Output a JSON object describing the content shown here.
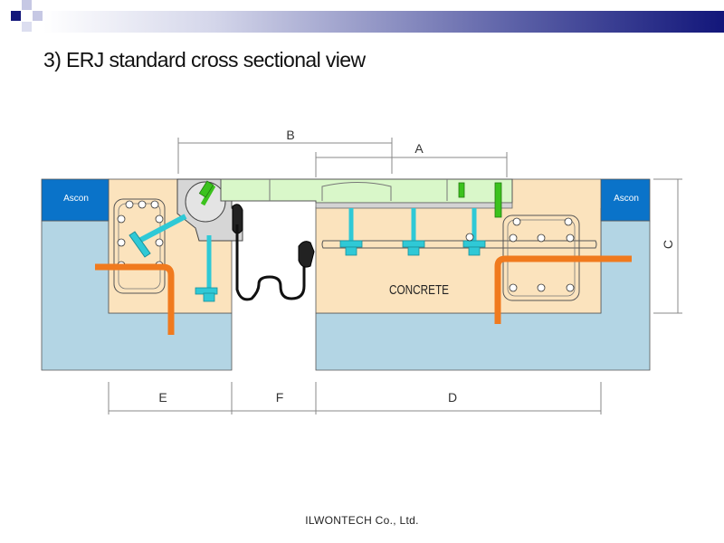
{
  "slide": {
    "title": "3) ERJ standard cross sectional view",
    "footer": "ILWONTECH  Co., Ltd."
  },
  "theme": {
    "header_dark": "#12167a",
    "header_mid": "#5a5fa6",
    "ascon_blue": "#0a73c9",
    "subgrade_blue": "#b3d5e4",
    "concrete_tan": "#fbe3bd",
    "anchor_cyan": "#2fc9d6",
    "rebar_orange": "#f07a1e",
    "plate_green": "#d9f7c9",
    "bolt_green": "#3bc21d"
  },
  "diagram": {
    "labels": {
      "ascon_left": "Ascon",
      "ascon_right": "Ascon",
      "concrete": "CONCRETE"
    },
    "dimensions": {
      "a": "A",
      "b": "B",
      "c": "C",
      "d": "D",
      "e": "E",
      "f": "F"
    }
  }
}
